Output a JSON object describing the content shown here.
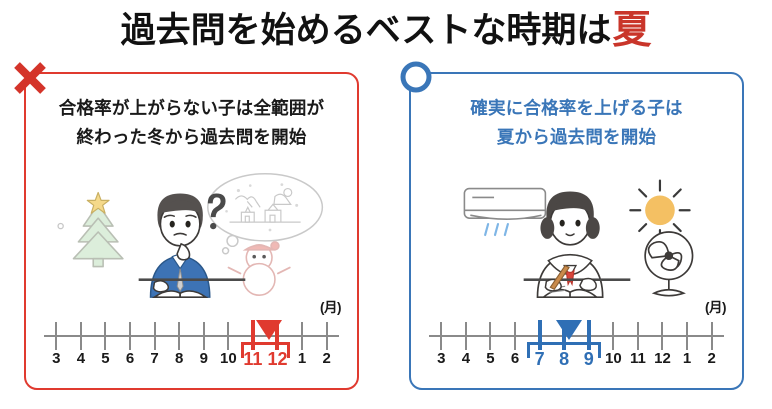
{
  "title": {
    "main_text": "過去問を始めるベストな時期は",
    "accent_text": "夏",
    "accent_color": "#c9352a"
  },
  "panels": {
    "left": {
      "badge_icon": "x-mark-icon",
      "border_color": "#e03a2f",
      "heading_line1": "合格率が上がらない子は全範囲が",
      "heading_line2": "終わった冬から過去問を開始",
      "illustration": "winter-student-illustration",
      "illustration_items": [
        "christmas-tree-icon",
        "boy-studying-confused-icon",
        "question-mark-icon",
        "santa-sleigh-thought-bubble-icon",
        "snowman-icon"
      ],
      "timeline": {
        "unit_label": "(月)",
        "months": [
          "3",
          "4",
          "5",
          "6",
          "7",
          "8",
          "9",
          "10",
          "11",
          "12",
          "1",
          "2"
        ],
        "highlighted": [
          "11",
          "12"
        ],
        "highlight_color": "#e03a2f",
        "axis_color": "#8a8a8a",
        "pointer_icon": "down-triangle-marker"
      }
    },
    "right": {
      "badge_icon": "circle-mark-icon",
      "border_color": "#3a76b8",
      "heading_line1": "確実に合格率を上げる子は",
      "heading_line2": "夏から過去問を開始",
      "illustration": "summer-student-illustration",
      "illustration_items": [
        "air-conditioner-icon",
        "girl-studying-icon",
        "sun-icon",
        "electric-fan-icon"
      ],
      "timeline": {
        "unit_label": "(月)",
        "months": [
          "3",
          "4",
          "5",
          "6",
          "7",
          "8",
          "9",
          "10",
          "11",
          "12",
          "1",
          "2"
        ],
        "highlighted": [
          "7",
          "8",
          "9"
        ],
        "highlight_color": "#2f6fb5",
        "axis_color": "#8a8a8a",
        "pointer_icon": "down-triangle-marker"
      }
    }
  }
}
